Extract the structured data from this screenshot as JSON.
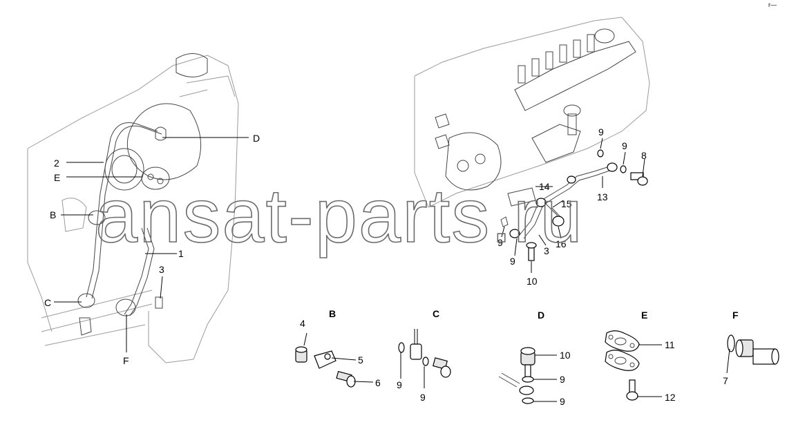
{
  "watermark": "ansat-parts.ru",
  "corner_mark": "r—",
  "detail_titles": [
    "B",
    "C",
    "D",
    "E",
    "F"
  ],
  "callouts": {
    "left": [
      "D",
      "2",
      "E",
      "B",
      "1",
      "3",
      "C",
      "F"
    ],
    "right": [
      "9",
      "9",
      "8",
      "14",
      "13",
      "15",
      "9",
      "3",
      "16",
      "9",
      "10"
    ],
    "detail_b": [
      "4",
      "5",
      "6"
    ],
    "detail_c": [
      "9",
      "9"
    ],
    "detail_d": [
      "10",
      "9",
      "9"
    ],
    "detail_e": [
      "11",
      "12"
    ],
    "detail_f": [
      "7"
    ]
  }
}
